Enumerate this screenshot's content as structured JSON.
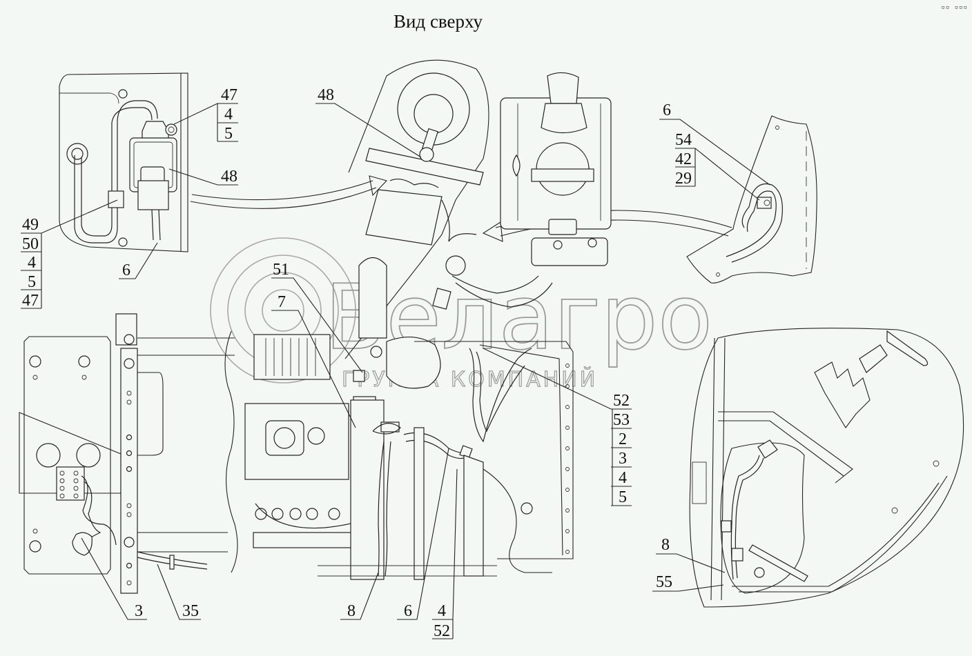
{
  "title": "Вид сверху",
  "corner_mark": "▫▫ ▫▫▫",
  "watermark": {
    "brand": "Белагро",
    "subtitle": "ГРУППА КОМПАНИЙ"
  },
  "views": [
    {
      "name": "detail-left-connector",
      "description": "Connector bracket detail (top-left inset)"
    },
    {
      "name": "detail-right-fender",
      "description": "Fender harness clip detail (top-right inset)"
    },
    {
      "name": "main-engine-top",
      "description": "Engine compartment top view"
    },
    {
      "name": "left-frame",
      "description": "Left front frame with terminal block"
    },
    {
      "name": "cab-floor",
      "description": "Cab floor / pedal area (bottom-right)"
    }
  ],
  "callouts": {
    "c47_stack": [
      "47",
      "4",
      "5"
    ],
    "c48_left": "48",
    "c49_stack": [
      "49",
      "50",
      "4",
      "5",
      "47"
    ],
    "c6_left": "6",
    "c48_top": "48",
    "c6_right": "6",
    "c54_stack": [
      "54",
      "42",
      "29"
    ],
    "c51": "51",
    "c7": "7",
    "c52_stack": [
      "52",
      "53",
      "2",
      "3",
      "4",
      "5"
    ],
    "c3": "3",
    "c35": "35",
    "c8_bottom": "8",
    "c6_bottom": "6",
    "c4_stack": [
      "4",
      "52"
    ],
    "c8_right": "8",
    "c55": "55"
  }
}
